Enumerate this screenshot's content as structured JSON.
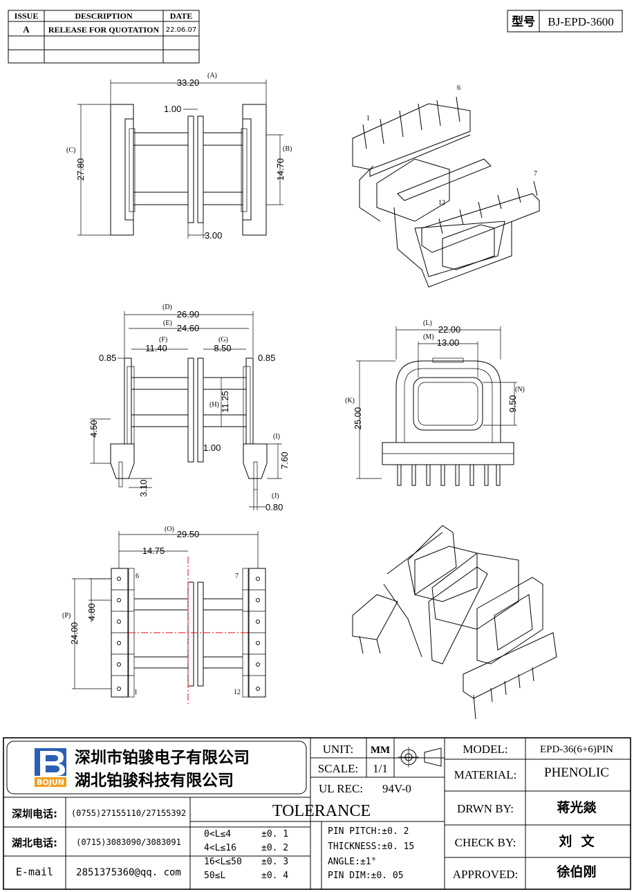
{
  "revision_table": {
    "headers": [
      "ISSUE",
      "DESCRIPTION",
      "DATE"
    ],
    "rows": [
      [
        "A",
        "RELEASE FOR QUOTATION",
        "22.06.07"
      ],
      [
        "",
        "",
        ""
      ],
      [
        "",
        "",
        ""
      ]
    ]
  },
  "model_box": {
    "label": "型号",
    "value": "BJ-EPD-3600"
  },
  "drawing": {
    "top_view": {
      "A": "33.20",
      "B": "14.70",
      "C": "27.80",
      "w1": "1.00",
      "w2": "3.00",
      "tags": [
        "(A)",
        "(B)",
        "(C)"
      ]
    },
    "front_view": {
      "D": "26.90",
      "E": "24.60",
      "F": "11.40",
      "G": "8.50",
      "H": "11.25",
      "I": "7.60",
      "J": "0.80",
      "flange_left": "0.85",
      "flange_right": "0.85",
      "h450": "4.50",
      "w100": "1.00",
      "h310": "3.10",
      "tags": [
        "(D)",
        "(E)",
        "(F)",
        "(G)",
        "(H)",
        "(I)",
        "(J)"
      ]
    },
    "side_view": {
      "L": "22.00",
      "M": "13.00",
      "N": "9.50",
      "K": "25.00",
      "tags": [
        "(L)",
        "(M)",
        "(N)",
        "(K)"
      ]
    },
    "bottom_view": {
      "O": "29.50",
      "P": "24.00",
      "half": "14.75",
      "pitch": "4.80",
      "tags": [
        "(O)",
        "(P)"
      ],
      "pins": {
        "p6": "6",
        "p7": "7",
        "p1": "1",
        "p12": "12"
      }
    },
    "iso_pins": {
      "p1": "1",
      "p6": "6",
      "p7": "7",
      "p12": "12"
    }
  },
  "company": {
    "logo_text": "BOJUN",
    "name_line1": "深圳市铂骏电子有限公司",
    "name_line2": "湖北铂骏科技有限公司"
  },
  "contact": [
    {
      "label": "深圳电话:",
      "value": "(0755)27155110/27155392"
    },
    {
      "label": "湖北电话:",
      "value": "(0715)3083090/3083091"
    },
    {
      "label": "E-mail",
      "value": "2851375360@qq. com"
    }
  ],
  "units": {
    "unit_label": "UNIT:",
    "unit_value": "MM",
    "scale_label": "SCALE:",
    "scale_value": "1/1",
    "ul_label": "UL REC:",
    "ul_value": "94V-0"
  },
  "tolerance": {
    "title": "TOLERANCE",
    "rows": [
      {
        "range": "0<L≤4",
        "tol": "±0. 1"
      },
      {
        "range": "4<L≤16",
        "tol": "±0. 2"
      },
      {
        "range": "16<L≤50",
        "tol": "±0. 3"
      },
      {
        "range": "50≤L",
        "tol": "±0. 4"
      }
    ],
    "specs": [
      "PIN PITCH:±0. 2",
      "THICKNESS:±0. 15",
      "ANGLE:±1°",
      "PIN DIM:±0. 05"
    ]
  },
  "title_block": {
    "model_label": "MODEL:",
    "model_value": "EPD-36(6+6)PIN",
    "material_label": "MATERIAL:",
    "material_value": "PHENOLIC",
    "drawn_label": "DRWN BY:",
    "drawn_value": "蒋光燚",
    "check_label": "CHECK BY:",
    "check_value": "刘  文",
    "approved_label": "APPROVED:",
    "approved_value": "徐伯刚"
  }
}
